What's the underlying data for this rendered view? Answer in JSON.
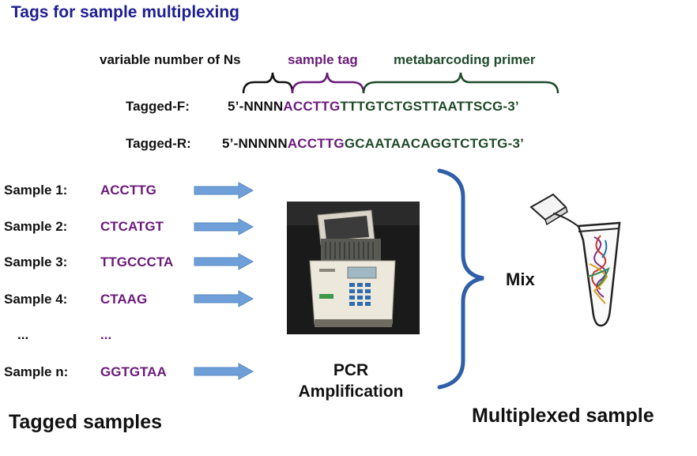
{
  "title": "Tags for sample multiplexing",
  "header_labels": {
    "ns": "variable number of Ns",
    "tag": "sample tag",
    "primer": "metabarcoding primer"
  },
  "tagged_f": {
    "label": "Tagged-F:",
    "ns": "5’-NNNN",
    "tag": "ACCTTG",
    "primer": "TTTGTCTGSTTAATTSCG-3’"
  },
  "tagged_r": {
    "label": "Tagged-R:",
    "ns": "5’-NNNNN",
    "tag": "ACCTTG",
    "primer": "GCAATAACAGGTCTGTG-3’"
  },
  "samples": [
    {
      "label": "Sample 1:",
      "tag": "ACCTTG"
    },
    {
      "label": "Sample 2:",
      "tag": "CTCATGT"
    },
    {
      "label": "Sample 3:",
      "tag": "TTGCCCTA"
    },
    {
      "label": "Sample 4:",
      "tag": "CTAAG"
    },
    {
      "label": "...",
      "tag": "..."
    },
    {
      "label": "Sample n:",
      "tag": "GGTGTAA"
    }
  ],
  "pcr_label_1": "PCR",
  "pcr_label_2": "Amplification",
  "mix_label": "Mix",
  "tagged_samples_label": "Tagged samples",
  "multiplexed_label": "Multiplexed sample",
  "colors": {
    "title": "#1f1f8f",
    "tag": "#6a1b7a",
    "primer": "#1f4a2a",
    "arrow": "#6f9fd8",
    "brace": "#2f5fa7"
  }
}
